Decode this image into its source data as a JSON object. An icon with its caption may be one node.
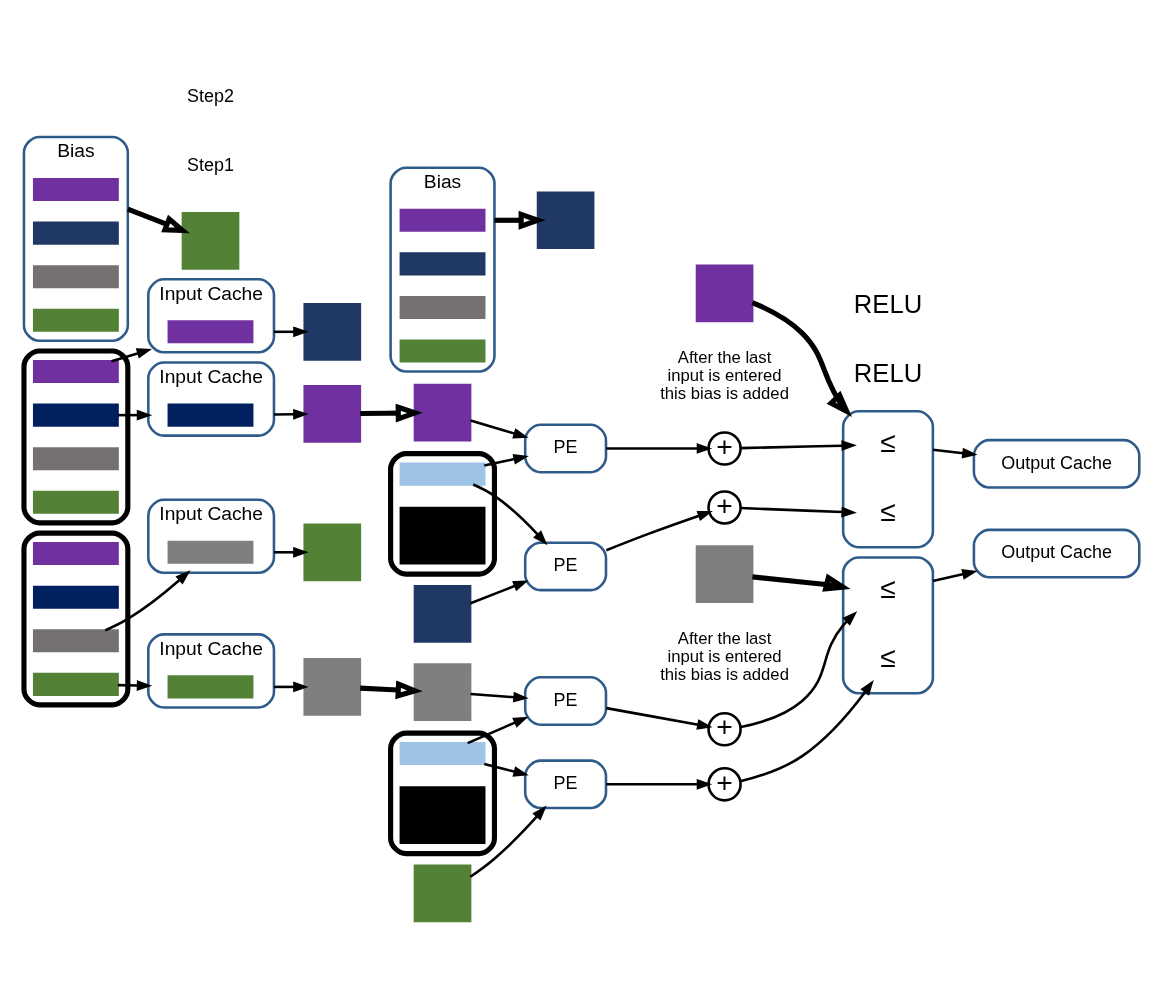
{
  "diagram": {
    "nodes": [
      {
        "text": [],
        "shape": "bracket"
      },
      {
        "text": [],
        "shape": "bar",
        "in": 0
      },
      {
        "text": [],
        "shape": "bar",
        "in": 0
      },
      {
        "text": [],
        "shape": "bar",
        "in": 0
      },
      {
        "text": [],
        "shape": "bar",
        "in": 0
      },
      {
        "text": [
          "Input Cache"
        ]
      },
      {
        "text": [],
        "shape": "bar",
        "in": 5
      },
      {
        "text": [
          "Input Cache"
        ]
      },
      {
        "text": [],
        "shape": "bar",
        "in": 7
      },
      {
        "text": [],
        "shape": "box"
      },
      {
        "text": [],
        "shape": "box"
      },
      {
        "text": [],
        "shape": "box"
      },
      {
        "text": [],
        "shape": "box"
      },
      {
        "text": [
          "PE"
        ]
      },
      {
        "text": [
          "PE"
        ]
      },
      {
        "text": [],
        "shape": "bracket"
      },
      {
        "text": [],
        "shape": "bar",
        "in": 15
      },
      {
        "text": [],
        "shape": "bar",
        "in": 15
      },
      {
        "text": [
          "+"
        ]
      },
      {
        "text": [
          "+"
        ]
      },
      {
        "text": [],
        "shape": "box"
      },
      {
        "text": [
          "≤"
        ],
        "in": 20
      },
      {
        "text": [
          "≤"
        ],
        "in": 20
      },
      {
        "text": [
          "Output Cache"
        ]
      },
      {
        "text": [
          "Bias"
        ]
      },
      {
        "text": [],
        "shape": "bar",
        "in": 24
      },
      {
        "text": [],
        "shape": "bar",
        "in": 24
      },
      {
        "text": [],
        "shape": "bar",
        "in": 24
      },
      {
        "text": [],
        "shape": "bar",
        "in": 24
      },
      {
        "text": [],
        "shape": "box"
      },
      {
        "text": [],
        "shape": "box",
        "beside": [
          "After the last input is entered this bias is added"
        ]
      },
      {
        "text": [],
        "shape": "bracket"
      },
      {
        "text": [],
        "shape": "bar",
        "in": 31
      },
      {
        "text": [],
        "shape": "bar",
        "in": 31
      },
      {
        "text": [],
        "shape": "bar",
        "in": 31
      },
      {
        "text": [],
        "shape": "bar",
        "in": 31
      },
      {
        "text": [
          "Input Cache"
        ]
      },
      {
        "text": [],
        "shape": "bar",
        "in": 36
      },
      {
        "text": [
          "Input Cache"
        ]
      },
      {
        "text": [],
        "shape": "bar",
        "in": 38
      },
      {
        "text": [],
        "shape": "box"
      },
      {
        "text": [],
        "shape": "box"
      },
      {
        "text": [],
        "shape": "box"
      },
      {
        "text": [],
        "shape": "box"
      },
      {
        "text": [
          "PE"
        ]
      },
      {
        "text": [
          "PE"
        ]
      },
      {
        "text": [],
        "shape": "bracket"
      },
      {
        "text": [],
        "shape": "bar",
        "in": 46
      },
      {
        "text": [],
        "shape": "bar",
        "in": 46
      },
      {
        "text": [
          "+"
        ]
      },
      {
        "text": [
          "+"
        ]
      },
      {
        "text": [],
        "shape": "box"
      },
      {
        "text": [
          "≤"
        ],
        "in": 51
      },
      {
        "text": [
          "≤"
        ],
        "in": 51
      },
      {
        "text": [
          "Output Cache"
        ]
      },
      {
        "text": [
          "Bias"
        ]
      },
      {
        "text": [],
        "shape": "bar",
        "in": 55
      },
      {
        "text": [],
        "shape": "bar",
        "in": 55
      },
      {
        "text": [],
        "shape": "bar",
        "in": 55
      },
      {
        "text": [],
        "shape": "bar",
        "in": 55
      },
      {
        "text": [],
        "shape": "box"
      },
      {
        "text": [],
        "shape": "box",
        "beside": [
          "After the last input is entered this bias is added"
        ]
      }
    ],
    "edges": [
      {
        "from": 1,
        "to": 5,
        "arrow": "to"
      },
      {
        "from": 2,
        "to": 7,
        "arrow": "to"
      },
      {
        "from": 5,
        "to": 9,
        "arrow": "to"
      },
      {
        "from": 7,
        "to": 10,
        "arrow": "to"
      },
      {
        "from": 10,
        "to": 11,
        "arrow": "to",
        "style": "thick"
      },
      {
        "from": 11,
        "to": 13,
        "arrow": "to"
      },
      {
        "from": 12,
        "to": 14,
        "arrow": "to"
      },
      {
        "from": 16,
        "to": 13,
        "arrow": "to"
      },
      {
        "from": 16,
        "to": 14,
        "arrow": "to"
      },
      {
        "from": 13,
        "to": 18,
        "arrow": "to"
      },
      {
        "from": 14,
        "to": 19,
        "arrow": "to"
      },
      {
        "from": 18,
        "to": 21,
        "arrow": "to"
      },
      {
        "from": 19,
        "to": 22,
        "arrow": "to"
      },
      {
        "from": 20,
        "to": 23,
        "arrow": "to"
      },
      {
        "from": 24,
        "to": 29,
        "arrow": "to",
        "style": "thick"
      },
      {
        "from": 30,
        "to": 20,
        "arrow": "to",
        "style": "thick"
      },
      {
        "from": 34,
        "to": 36,
        "arrow": "to"
      },
      {
        "from": 35,
        "to": 38,
        "arrow": "to"
      },
      {
        "from": 36,
        "to": 40,
        "arrow": "to"
      },
      {
        "from": 38,
        "to": 41,
        "arrow": "to"
      },
      {
        "from": 41,
        "to": 42,
        "arrow": "to",
        "style": "thick"
      },
      {
        "from": 42,
        "to": 44,
        "arrow": "to"
      },
      {
        "from": 43,
        "to": 45,
        "arrow": "to"
      },
      {
        "from": 47,
        "to": 44,
        "arrow": "to"
      },
      {
        "from": 47,
        "to": 45,
        "arrow": "to"
      },
      {
        "from": 44,
        "to": 49,
        "arrow": "to"
      },
      {
        "from": 45,
        "to": 50,
        "arrow": "to"
      },
      {
        "from": 49,
        "to": 52,
        "arrow": "to"
      },
      {
        "from": 50,
        "to": 53,
        "arrow": "to"
      },
      {
        "from": 51,
        "to": 54,
        "arrow": "to"
      },
      {
        "from": 55,
        "to": 60,
        "arrow": "to",
        "style": "thick"
      },
      {
        "from": 61,
        "to": 51,
        "arrow": "to",
        "style": "thick"
      }
    ],
    "labels": [
      "Step1",
      "RELU",
      "Step2",
      "RELU"
    ]
  }
}
